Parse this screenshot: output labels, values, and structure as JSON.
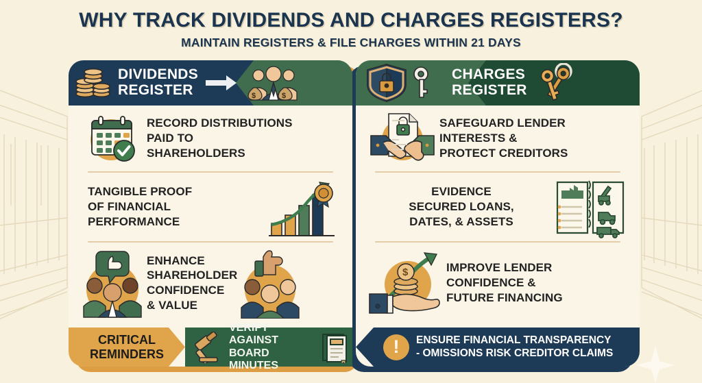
{
  "header": {
    "title": "WHY TRACK DIVIDENDS AND CHARGES REGISTERS?",
    "subtitle": "MAINTAIN REGISTERS & FILE CHARGES WITHIN 21 DAYS"
  },
  "colors": {
    "background": "#f7f1de",
    "panel": "#faf5e6",
    "navy": "#1d3a56",
    "green": "#3f6d4d",
    "dark_green": "#1f4a33",
    "orange": "#e0a44b",
    "divider": "#e3cca8",
    "text_dark": "#222222"
  },
  "left_panel": {
    "header": {
      "title_line1": "DIVIDENDS",
      "title_line2": "REGISTER",
      "lead_icon": "coins-stack-icon",
      "arrow_icon": "arrow-right-icon",
      "tail_icon": "shareholders-money-bags-icon"
    },
    "items": [
      {
        "text_lines": [
          "RECORD DISTRIBUTIONS",
          "PAID TO",
          "SHAREHOLDERS"
        ],
        "icon": "calendar-check-icon",
        "icon_side": "left"
      },
      {
        "text_lines": [
          "TANGIBLE PROOF",
          "OF FINANCIAL",
          "PERFORMANCE"
        ],
        "icon": "growth-bar-chart-award-icon",
        "icon_side": "right"
      },
      {
        "text_lines": [
          "ENHANCE",
          "SHAREHOLDER",
          "CONFIDENCE",
          "& VALUE"
        ],
        "icon": "people-thumbs-up-icon",
        "icon_side": "both",
        "icon_secondary": "investors-thumbs-up-icon"
      }
    ]
  },
  "right_panel": {
    "header": {
      "title_line1": "CHARGES",
      "title_line2": "REGISTER",
      "lead_icon": "shield-lock-key-icon",
      "tail_icon": "keys-icon"
    },
    "items": [
      {
        "text_lines": [
          "SAFEGUARD LENDER",
          "INTERESTS &",
          "PROTECT CREDITORS"
        ],
        "icon": "handshake-secure-document-icon",
        "icon_side": "left"
      },
      {
        "text_lines": [
          "EVIDENCE",
          "SECURED LOANS,",
          "DATES, & ASSETS"
        ],
        "icon": "asset-ledger-book-icon",
        "icon_side": "right"
      },
      {
        "text_lines": [
          "IMPROVE LENDER",
          "CONFIDENCE &",
          "FUTURE FINANCING"
        ],
        "icon": "hand-coins-growth-icon",
        "icon_side": "left"
      }
    ]
  },
  "footer": {
    "critical_label_line1": "CRITICAL",
    "critical_label_line2": "REMINDERS",
    "verify_line1": "VERIFY AGAINST",
    "verify_line2": "BOARD MINUTES",
    "verify_icon": "gavel-icon",
    "verify_icon_secondary": "board-minutes-book-icon",
    "ensure_line1": "ENSURE FINANCIAL TRANSPARENCY",
    "ensure_line2": "- OMISSIONS RISK CREDITOR CLAIMS",
    "ensure_icon": "exclamation-circle-icon",
    "ensure_mark": "!"
  }
}
